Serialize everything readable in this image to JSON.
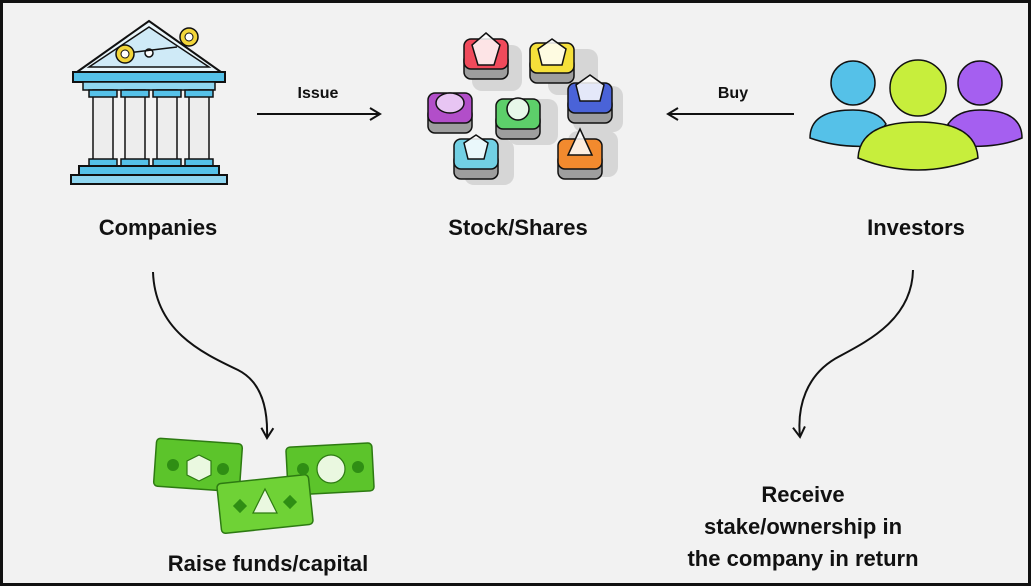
{
  "nodes": {
    "companies": "Companies",
    "stock": "Stock/Shares",
    "investors": "Investors",
    "raise": "Raise funds/capital",
    "receive": [
      "Receive",
      "stake/ownership in",
      "the company in return"
    ]
  },
  "edges": {
    "issue": "Issue",
    "buy": "Buy"
  },
  "colors": {
    "blue": "#55c1e8",
    "green": "#c7ee3c",
    "purple": "#a55ff0",
    "money": "#5cc42b",
    "red": "#f04a5b",
    "yellow": "#f5e03a",
    "orange": "#f28a2e"
  }
}
